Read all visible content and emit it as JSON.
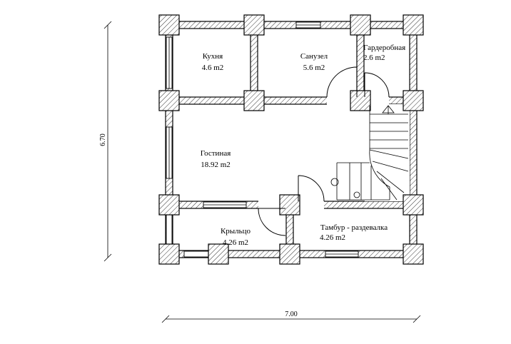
{
  "rooms": [
    {
      "name": "Кухня",
      "area": "4.6 m2"
    },
    {
      "name": "Санузел",
      "area": "5.6 m2"
    },
    {
      "name": "Гардеробная",
      "area": "2.6 m2"
    },
    {
      "name": "Гостиная",
      "area": "18.92 m2"
    },
    {
      "name": "Крыльцо",
      "area": "4.26 m2"
    },
    {
      "name": "Тамбур - раздевалка",
      "area": "4.26 m2"
    }
  ],
  "dimensions": {
    "height": "6.70",
    "width": "7.00"
  }
}
